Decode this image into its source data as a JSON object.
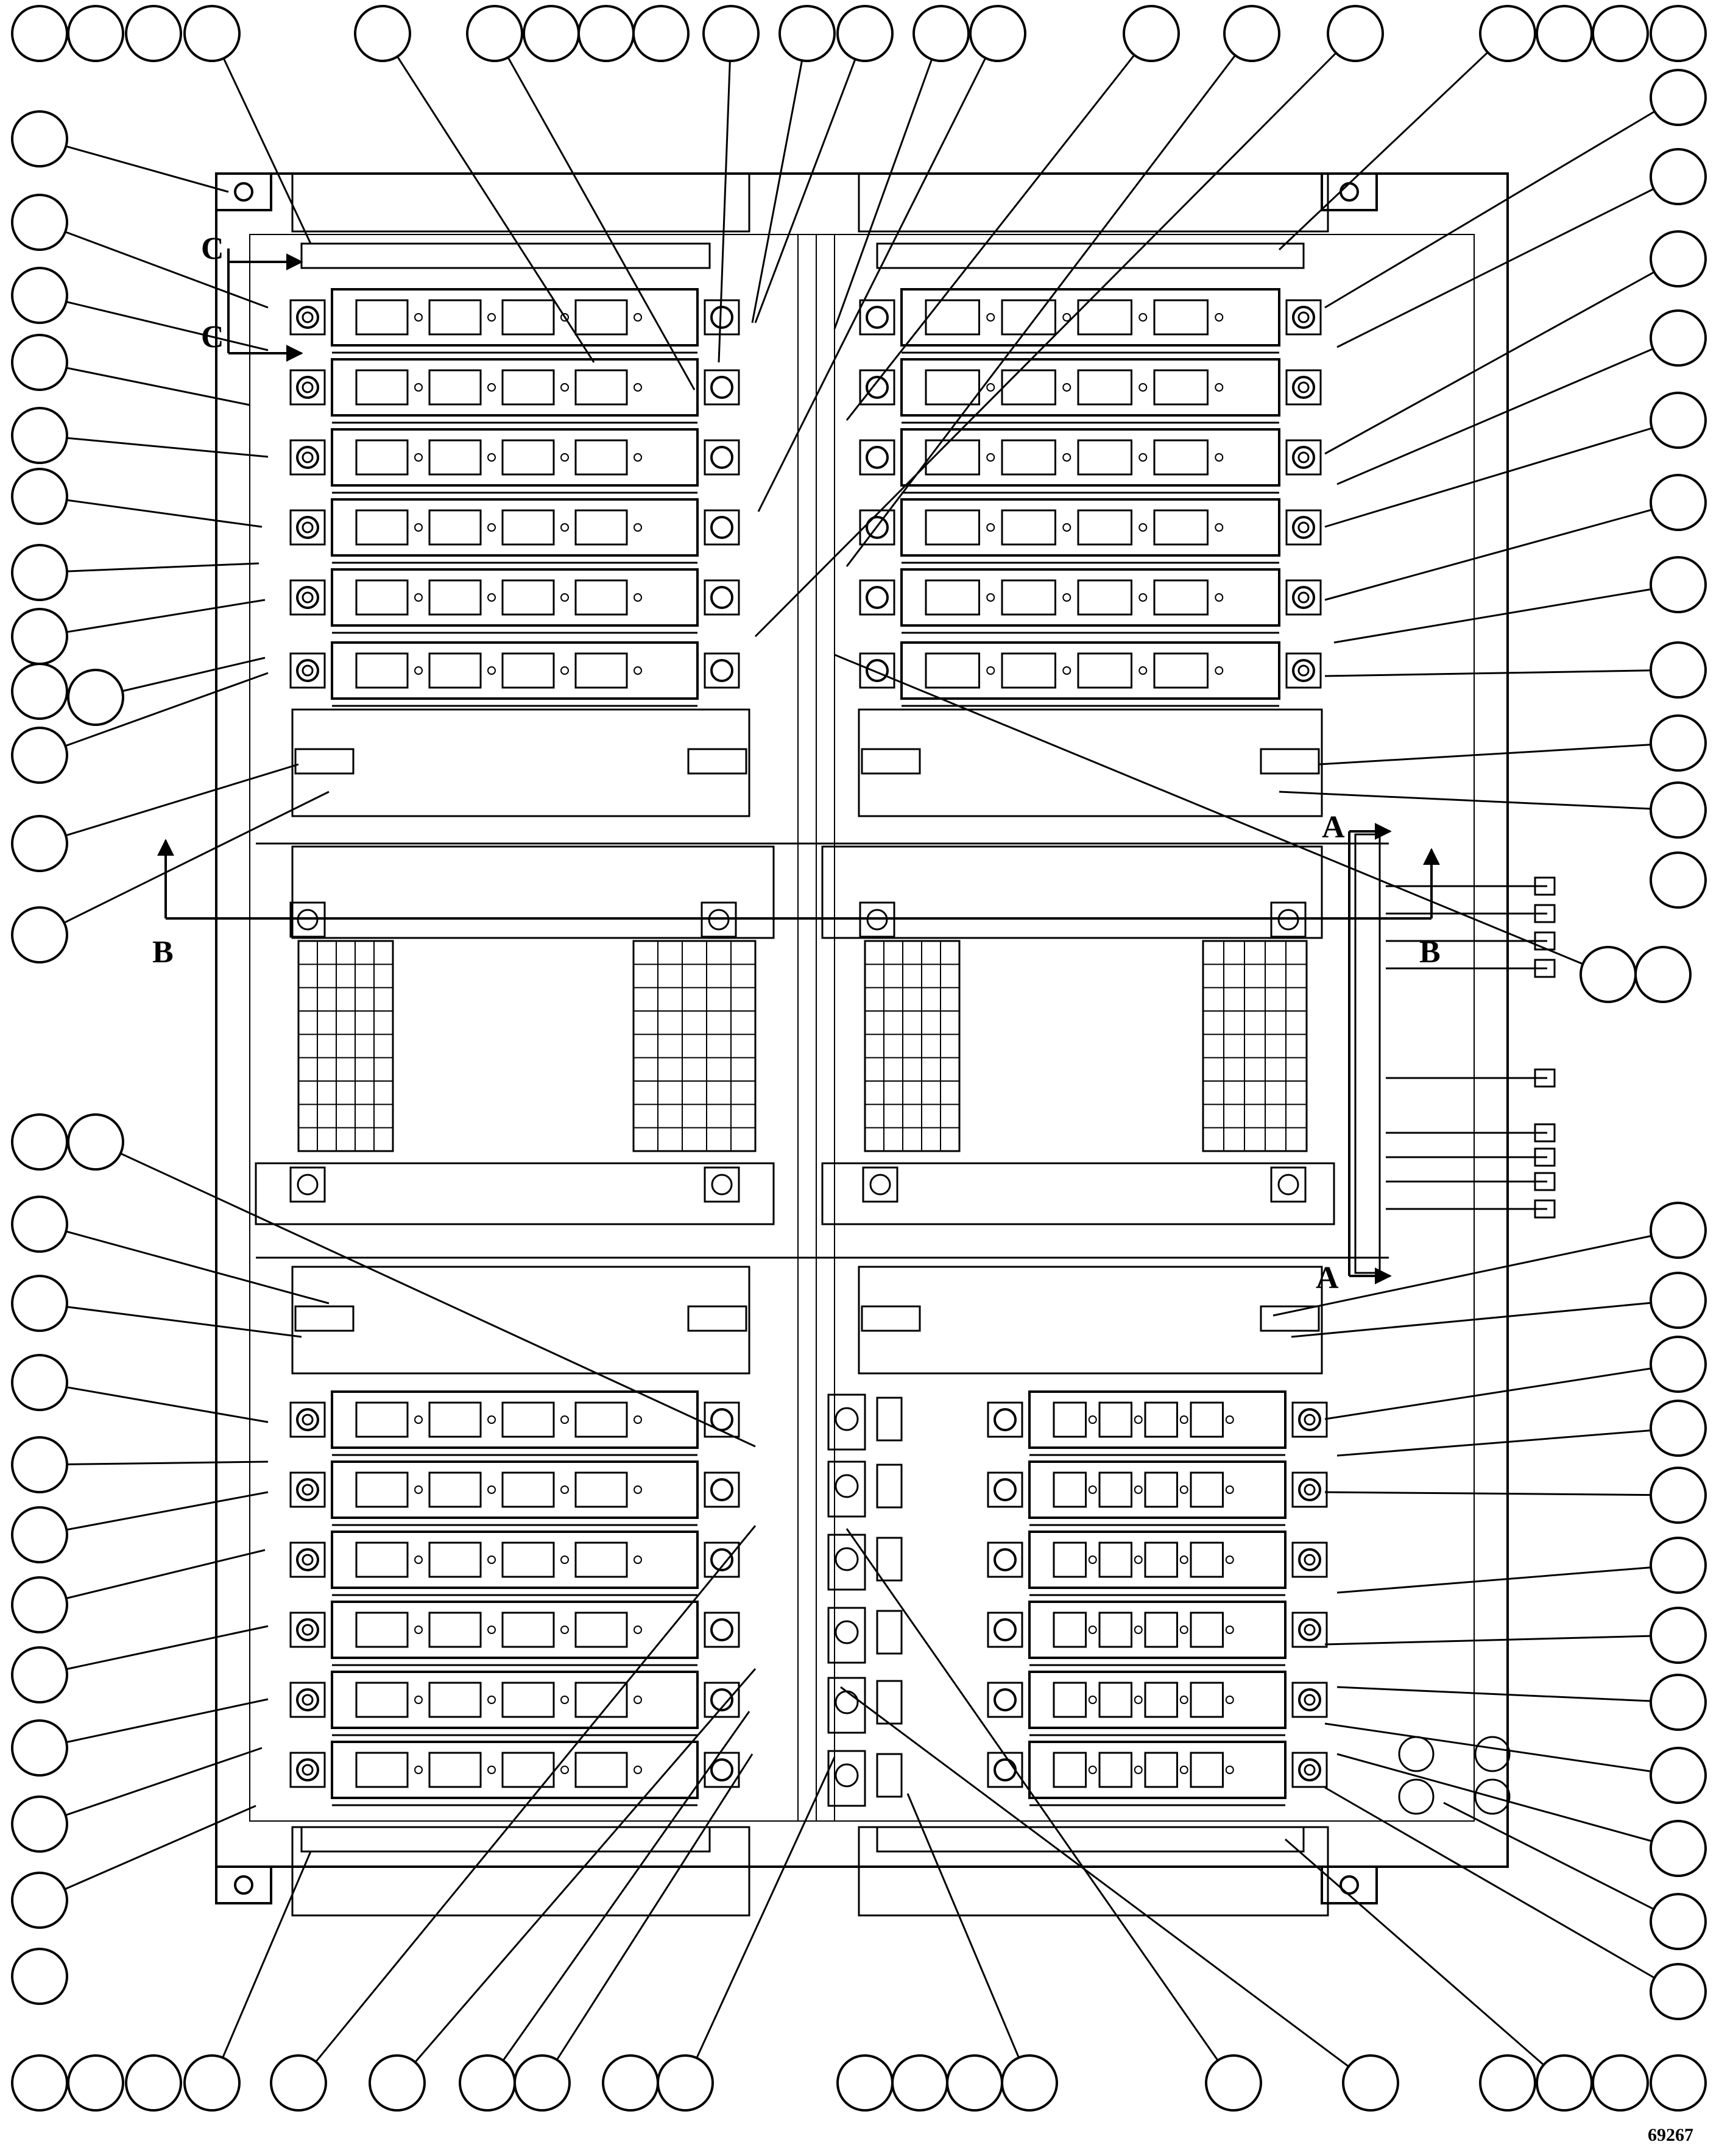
{
  "figure": {
    "number": "69267",
    "section_labels": {
      "a_top": "A",
      "a_bottom": "A",
      "b_left": "B",
      "b_right": "B",
      "c_top": "C",
      "c_bottom": "C"
    }
  }
}
